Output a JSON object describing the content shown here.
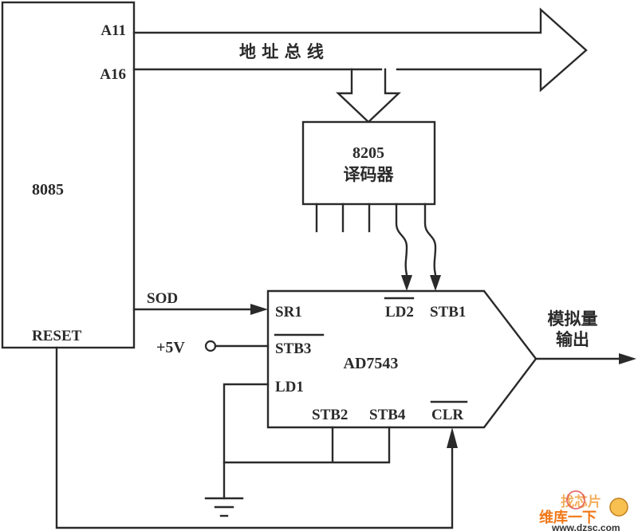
{
  "diagram": {
    "cpu": {
      "name": "8085",
      "pins": {
        "a11": "A11",
        "a16": "A16",
        "sod": "SOD",
        "reset": "RESET"
      }
    },
    "bus": {
      "label": "地 址 总 线"
    },
    "decoder": {
      "name": "8205",
      "subtitle": "译码器"
    },
    "dac": {
      "name": "AD7543",
      "pins": {
        "sr1": "SR1",
        "stb3": "STB3",
        "ld1": "LD1",
        "ld2": "LD2",
        "stb1": "STB1",
        "stb2": "STB2",
        "stb4": "STB4",
        "clr": "CLR"
      }
    },
    "power": {
      "label": "+5V"
    },
    "output": {
      "line1": "模拟量",
      "line2": "输出"
    }
  },
  "watermark": {
    "line1": "找芯片",
    "line2": "维库一下",
    "url": "www.dzsc.com"
  },
  "colors": {
    "ink": "#2a2a2a",
    "watermark_orange": "#f07818",
    "watermark_red": "#e03020"
  }
}
